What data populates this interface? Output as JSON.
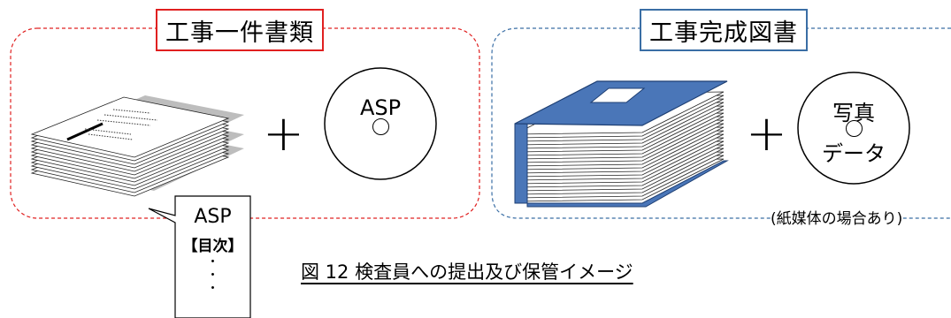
{
  "left_group": {
    "title": "工事一件書類",
    "plus": "+",
    "disc_label": "ASP"
  },
  "right_group": {
    "title": "工事完成図書",
    "plus": "+",
    "disc_label_line1": "写真",
    "disc_label_line2": "データ",
    "note": "(紙媒体の場合あり)"
  },
  "callout": {
    "line1": "ASP",
    "line2": "【目次】",
    "dots": "・\n・\n・"
  },
  "caption": "図 12 検査員への提出及び保管イメージ",
  "colors": {
    "left_frame": "#e02020",
    "right_frame": "#3a6ea5",
    "binder": "#4a76b8"
  }
}
